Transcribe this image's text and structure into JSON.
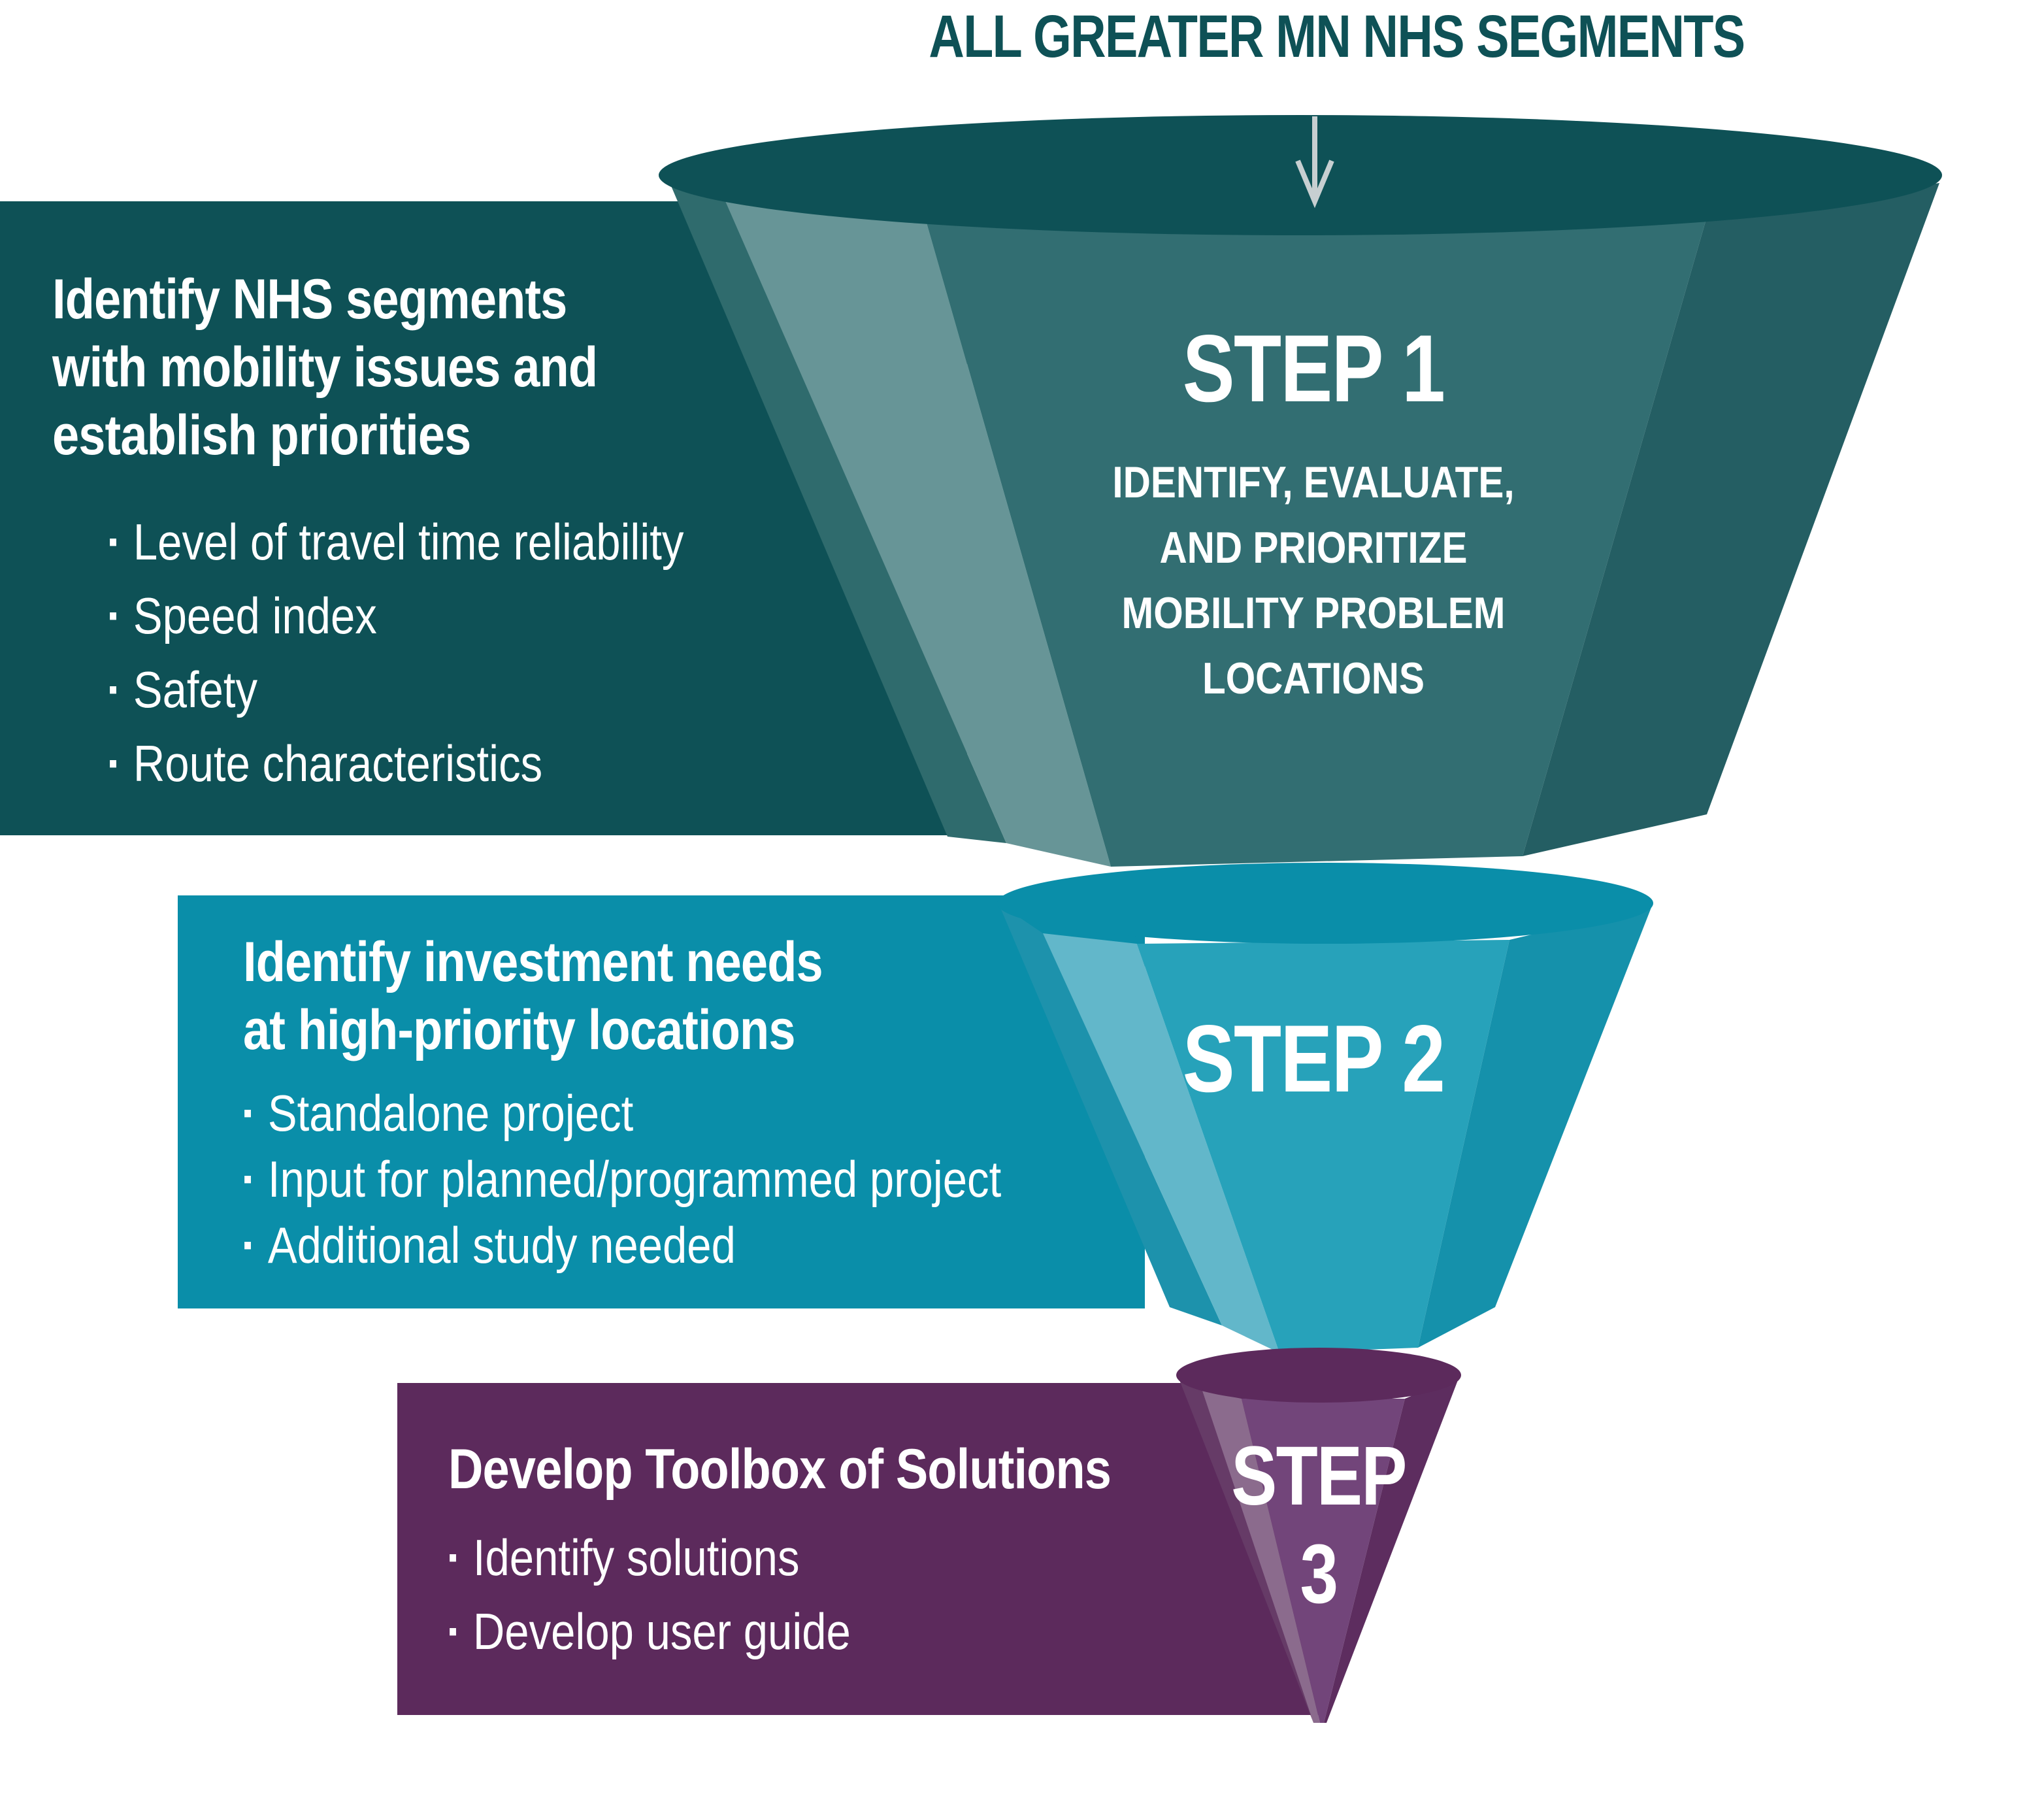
{
  "header": {
    "title": "ALL GREATER MN NHS SEGMENTS"
  },
  "colors": {
    "title_text": "#0e5156",
    "step1_panel": "#0e5156",
    "step2_panel": "#0a8ea9",
    "step3_panel": "#5c2a5c",
    "arrow": "#c7cfd1"
  },
  "step1": {
    "title": "STEP 1",
    "subtitle": [
      "IDENTIFY, EVALUATE,",
      "AND PRIORITIZE",
      "MOBILITY PROBLEM",
      "LOCATIONS"
    ],
    "heading": [
      "Identify NHS segments",
      "with mobility issues and",
      "establish priorities"
    ],
    "bullets": [
      "Level of travel time reliability",
      "Speed index",
      "Safety",
      "Route characteristics"
    ]
  },
  "step2": {
    "title": "STEP 2",
    "heading": [
      "Identify investment needs",
      "at high-priority locations"
    ],
    "bullets": [
      "Standalone project",
      "Input for planned/programmed project",
      "Additional study needed"
    ]
  },
  "step3": {
    "title_line1": "STEP",
    "title_line2": "3",
    "heading": "Develop Toolbox of Solutions",
    "bullets": [
      "Identify solutions",
      "Develop user guide"
    ]
  }
}
